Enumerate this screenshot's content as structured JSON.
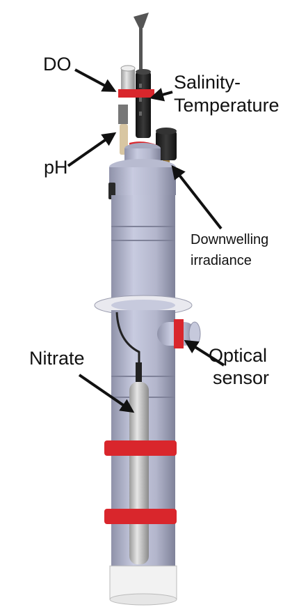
{
  "labels": {
    "do": "DO",
    "salinity_temperature_line1": "Salinity-",
    "salinity_temperature_line2": "Temperature",
    "ph": "pH",
    "downwelling_line1": "Downwelling",
    "downwelling_line2": "irradiance",
    "optical_line1": "Optical",
    "optical_line2": "sensor",
    "nitrate": "Nitrate"
  },
  "colors": {
    "body": "#b9bcd1",
    "body_shadow": "#8e91a8",
    "clamp_red": "#d9262c",
    "sensor_black": "#1e1e1e",
    "arrow": "#111111"
  }
}
